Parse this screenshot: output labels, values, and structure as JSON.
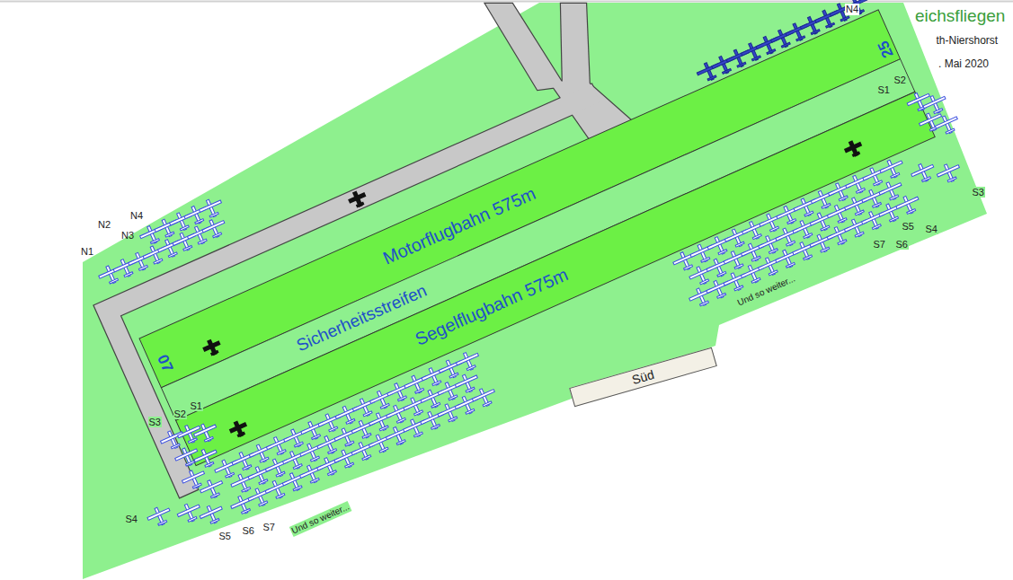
{
  "diagram": {
    "nodes": [
      {
        "text": [
          "Motorflugbahn 575m"
        ]
      },
      {
        "text": [
          "Sicherheitsstreifen"
        ]
      },
      {
        "text": [
          "Segelflugbahn 575m"
        ]
      },
      {
        "text": [
          "Süd"
        ]
      }
    ],
    "labels": [
      "07",
      "25",
      "N1",
      "N2",
      "N3",
      "N4",
      "N4",
      "S1",
      "S2",
      "S3",
      "S4",
      "S5",
      "S6",
      "S7",
      "Und so weiter...",
      "S1",
      "S2",
      "S3",
      "S4",
      "S5",
      "S6",
      "S7",
      "Und so weiter...",
      "eichsfliegen",
      "th-Niershorst",
      ". Mai 2020"
    ]
  }
}
